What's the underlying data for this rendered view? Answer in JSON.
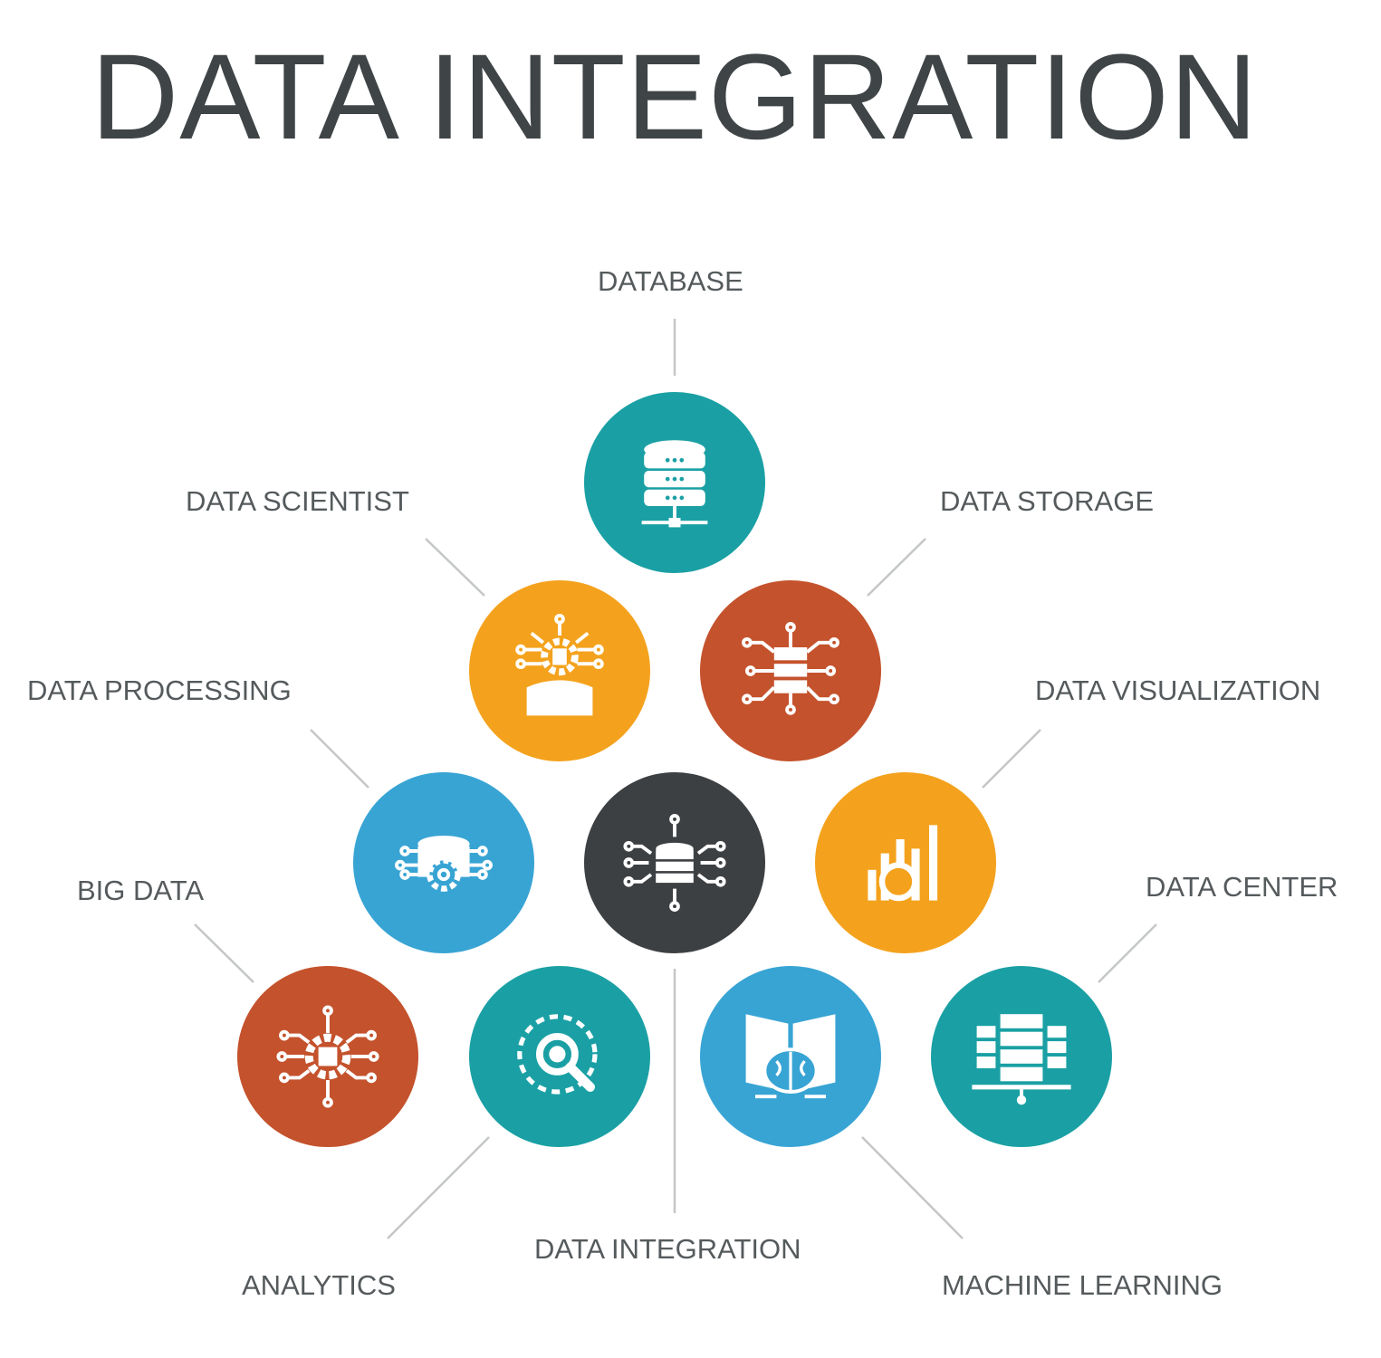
{
  "title": "DATA INTEGRATION",
  "colors": {
    "teal": "#1aa0a4",
    "orange": "#f4a21d",
    "red": "#c4522c",
    "blue": "#38a4d4",
    "dark": "#3d4042"
  },
  "nodes": {
    "database": {
      "label": "DATABASE",
      "icon": "database-server-icon"
    },
    "data_scientist": {
      "label": "DATA SCIENTIST",
      "icon": "scientist-gear-icon"
    },
    "data_storage": {
      "label": "DATA STORAGE",
      "icon": "storage-network-icon"
    },
    "data_processing": {
      "label": "DATA PROCESSING",
      "icon": "processing-gear-icon"
    },
    "data_integration": {
      "label": "DATA INTEGRATION",
      "icon": "integration-database-icon"
    },
    "data_visualization": {
      "label": "DATA VISUALIZATION",
      "icon": "bar-chart-magnifier-icon"
    },
    "big_data": {
      "label": "BIG DATA",
      "icon": "gear-network-icon"
    },
    "analytics": {
      "label": "ANALYTICS",
      "icon": "magnifier-icon"
    },
    "machine_learning": {
      "label": "MACHINE LEARNING",
      "icon": "book-brain-icon"
    },
    "data_center": {
      "label": "DATA CENTER",
      "icon": "server-rack-icon"
    }
  }
}
